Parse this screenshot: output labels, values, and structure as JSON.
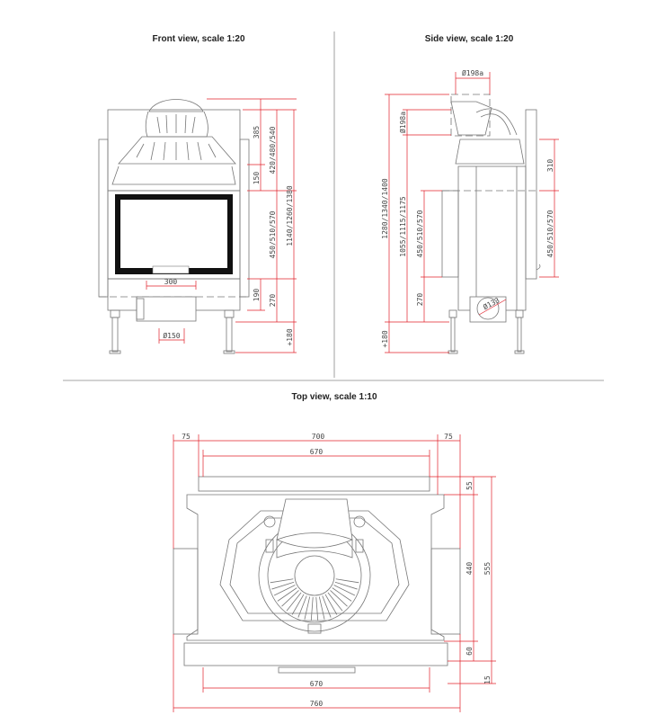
{
  "titles": {
    "front": "Front view, scale 1:20",
    "side": "Side view, scale 1:20",
    "top": "Top view, scale 1:10"
  },
  "front_dims": {
    "d385": "385",
    "d150": "150",
    "d190": "190",
    "d420": "420/480/540",
    "d450": "450/510/570",
    "d270": "270",
    "d1140": "1140/1260/1380",
    "d180": "+180",
    "d300": "300",
    "dflue": "Ø150"
  },
  "side_dims": {
    "d198top": "Ø198a",
    "d198side": "Ø198a",
    "d1280": "1280/1340/1400",
    "d180": "+180",
    "d1055": "1055/1115/1175",
    "d450l": "450/510/570",
    "d270": "270",
    "d310": "310",
    "d450r": "450/510/570",
    "d133": "Ø133"
  },
  "top_dims": {
    "d75l": "75",
    "d700": "700",
    "d75r": "75",
    "d670t": "670",
    "d55": "55",
    "d440": "440",
    "d60": "60",
    "d555": "555",
    "d15": "15",
    "d670b": "670",
    "d760": "760"
  },
  "colors": {
    "dimension": "#e0202a",
    "outline": "#777777"
  }
}
